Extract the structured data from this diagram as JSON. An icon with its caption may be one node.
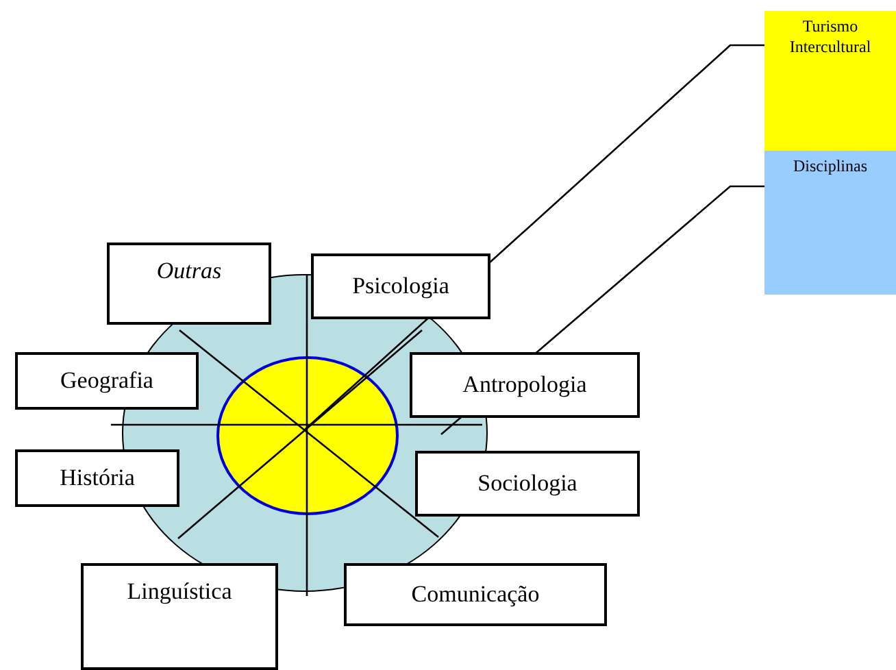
{
  "diagram": {
    "nodes": [
      {
        "text": [
          "Turismo Intercultural"
        ]
      },
      {
        "text": [
          "Disciplinas"
        ]
      },
      {
        "text": [],
        "shape": "circle"
      },
      {
        "text": [],
        "shape": "circle",
        "in": 2
      },
      {
        "text": [
          "*Outras*"
        ]
      },
      {
        "text": [
          "Psicologia"
        ]
      },
      {
        "text": [
          "Geografia"
        ]
      },
      {
        "text": [
          "Antropologia"
        ]
      },
      {
        "text": [
          "História"
        ]
      },
      {
        "text": [
          "Sociologia"
        ]
      },
      {
        "text": [
          "Linguística"
        ]
      },
      {
        "text": [
          "Comunicação"
        ]
      }
    ],
    "edges": [
      {
        "from": 0,
        "to": 3,
        "arrow": "none"
      },
      {
        "from": 1,
        "to": 2,
        "arrow": "none"
      }
    ]
  }
}
